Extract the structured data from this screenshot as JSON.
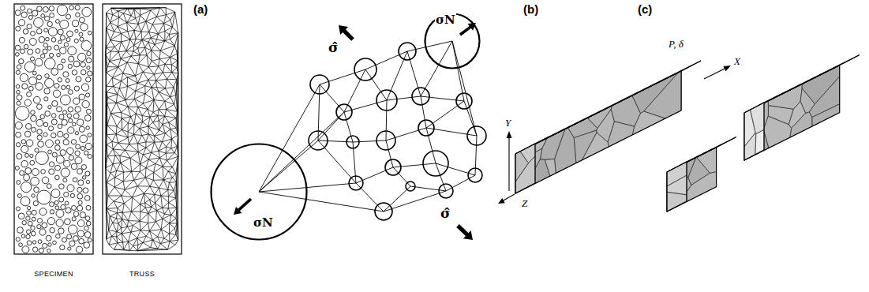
{
  "diagram": {
    "nodes": [
      {
        "text": [
          "σN"
        ]
      },
      {
        "text": [
          "σN"
        ]
      }
    ],
    "labels": [
      "SPECIMEN",
      "TRUSS",
      "(a)",
      "σ̂",
      "σ̂",
      "(b)",
      "(c)",
      "P, δ",
      "X",
      "Y",
      "Z"
    ]
  }
}
